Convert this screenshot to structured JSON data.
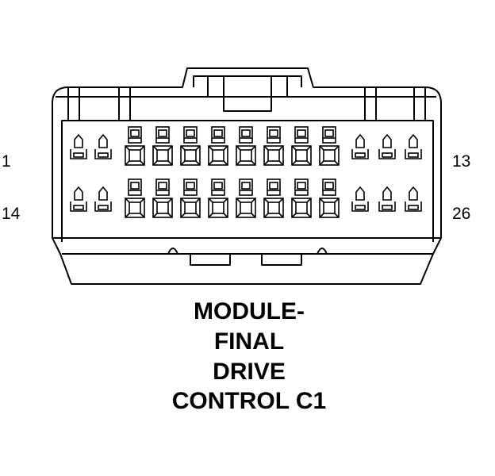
{
  "connector": {
    "pin_labels": {
      "top_left": "1",
      "top_right": "13",
      "bottom_left": "14",
      "bottom_right": "26"
    },
    "title_lines": [
      "MODULE-",
      "FINAL",
      "DRIVE",
      "CONTROL C1"
    ]
  },
  "colors": {
    "stroke": "#000000",
    "background": "#ffffff"
  }
}
